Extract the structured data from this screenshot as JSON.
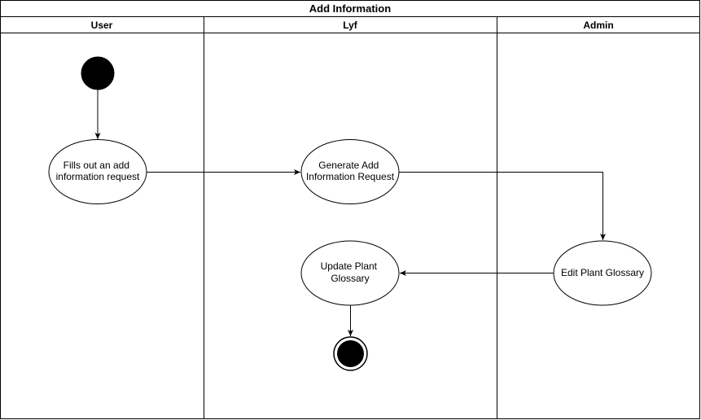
{
  "diagram": {
    "title": "Add Information",
    "lanes": [
      {
        "label": "User"
      },
      {
        "label": "Lyf"
      },
      {
        "label": "Admin"
      }
    ],
    "nodes": {
      "fill_request": {
        "line1": "Fills out an add",
        "line2": "information request"
      },
      "generate_request": {
        "line1": "Generate Add",
        "line2": "Information Request"
      },
      "edit_glossary": {
        "line1": "Edit Plant Glossary"
      },
      "update_glossary": {
        "line1": "Update Plant",
        "line2": "Glossary"
      }
    }
  }
}
